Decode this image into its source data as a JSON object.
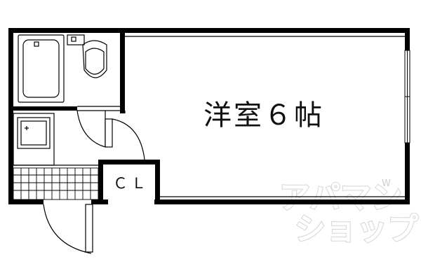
{
  "floor_plan": {
    "main_room_label": "洋室６帖",
    "closet_label": "ＣＬ"
  },
  "watermark": {
    "line1": "アパマン",
    "line2": "ショップ",
    "mark": "W"
  },
  "colors": {
    "wall": "#000000",
    "background": "#ffffff",
    "watermark": "#d8d8d8"
  },
  "icons": [
    "bathtub-icon",
    "toilet-icon",
    "sink-icon",
    "door-swing-icon",
    "window-icon"
  ]
}
